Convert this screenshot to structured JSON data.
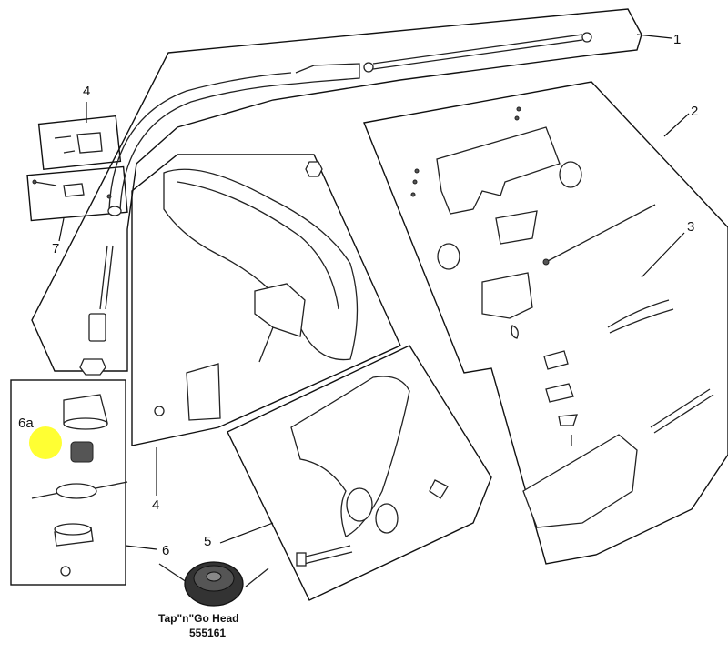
{
  "callouts": {
    "c1": "1",
    "c2": "2",
    "c3": "3",
    "c4_top": "4",
    "c4_bottom": "4",
    "c5": "5",
    "c6": "6",
    "c6a": "6a",
    "c7": "7"
  },
  "spool_caption": {
    "name": "Tap\"n\"Go Head",
    "part_number": "555161"
  },
  "colors": {
    "highlight": "#ffff33",
    "ink": "#222222"
  }
}
